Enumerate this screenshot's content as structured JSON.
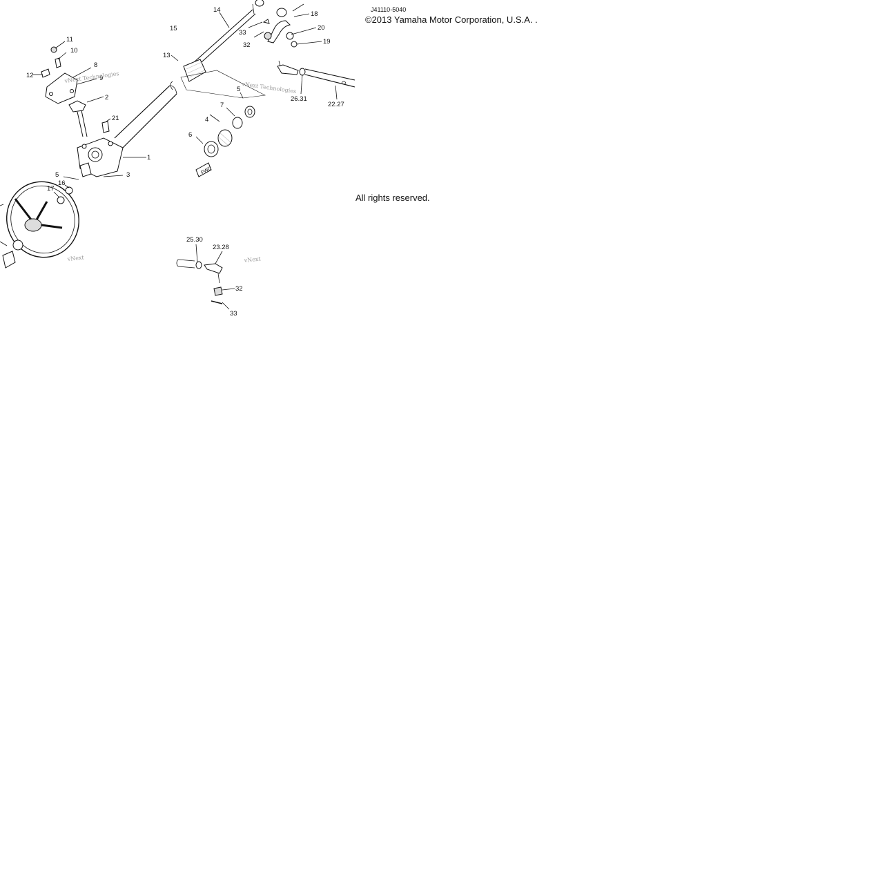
{
  "diagram": {
    "code": "J41110-5040",
    "copyright": "©2013 Yamaha Motor Corporation, U.S.A. .",
    "rights": "All rights reserved.",
    "watermark": "vNext Technologies",
    "watermark_short": "vNext",
    "callouts": {
      "c1": "1",
      "c2": "2",
      "c3": "3",
      "c4": "4",
      "c5a": "5",
      "c5b": "5",
      "c6": "6",
      "c7": "7",
      "c8": "8",
      "c9": "9",
      "c10": "10",
      "c11": "11",
      "c12": "12",
      "c13": "13",
      "c14": "14",
      "c15": "15",
      "c16": "16",
      "c17": "17",
      "c18": "18",
      "c19": "19",
      "c20": "20",
      "c21": "21",
      "c22_27": "22.27",
      "c23_28": "23.28",
      "c25_30": "25.30",
      "c26_31": "26.31",
      "c32a": "32",
      "c32b": "32",
      "c33a": "33",
      "c33b": "33"
    },
    "fwd_mark": "FWD"
  }
}
